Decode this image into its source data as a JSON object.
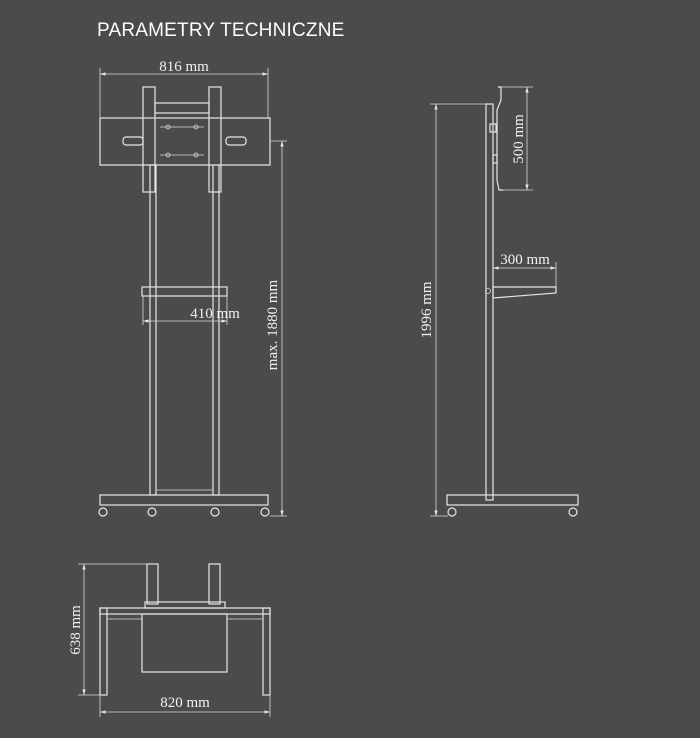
{
  "title": "PARAMETRY TECHNICZNE",
  "front_view": {
    "width_label": "816 mm",
    "shelf_width_label": "410 mm",
    "height_label": "max. 1880 mm"
  },
  "side_view": {
    "height_label": "1996 mm",
    "mount_height_label": "500 mm",
    "shelf_depth_label": "300 mm"
  },
  "top_view": {
    "depth_label": "638 mm",
    "width_label": "820 mm"
  },
  "colors": {
    "background": "#4b4b4d",
    "line": "#e6e6e6"
  }
}
